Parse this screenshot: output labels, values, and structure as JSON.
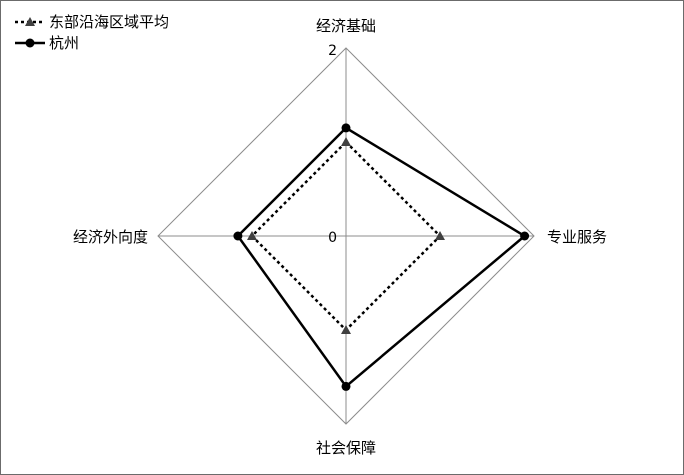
{
  "chart_data": {
    "type": "radar",
    "axes": [
      "经济基础",
      "专业服务",
      "社会保障",
      "经济外向度"
    ],
    "rlim": [
      0,
      2
    ],
    "tick_labels": [
      "0",
      "2"
    ],
    "grid": true,
    "legend_position": "top-left",
    "series": [
      {
        "name": "东部沿海区域平均",
        "values": [
          1.0,
          1.0,
          1.0,
          1.0
        ],
        "line_style": "dotted",
        "marker": "triangle",
        "color": "#000000",
        "marker_color": "#404040"
      },
      {
        "name": "杭州",
        "values": [
          1.15,
          1.9,
          1.6,
          1.15
        ],
        "line_style": "solid",
        "marker": "circle",
        "color": "#000000",
        "marker_color": "#000000"
      }
    ]
  },
  "colors": {
    "grid": "#8c8c8c",
    "frame": "#6b6b6b"
  }
}
